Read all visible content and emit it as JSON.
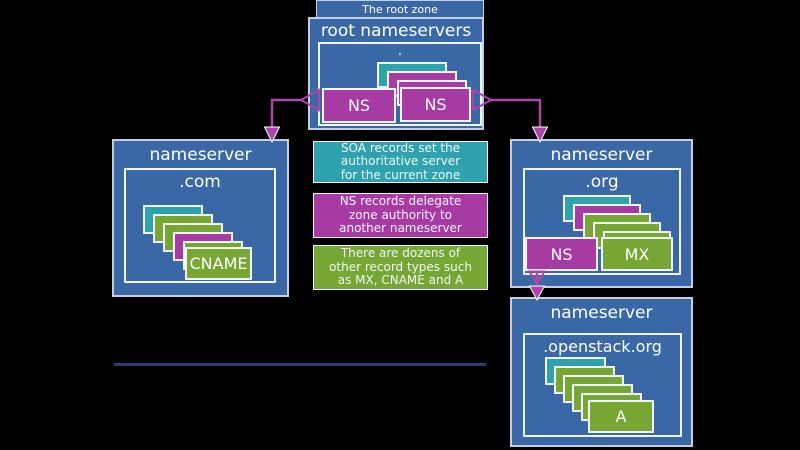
{
  "colors": {
    "background": "#000000",
    "blue": "#3a68a7",
    "box_border": "#c3d0e2",
    "inner_border": "#f2f5f9",
    "teal": "#2ea2ad",
    "magenta": "#a83aa3",
    "green": "#76a633",
    "arrow": "#b044ac",
    "divider": "#234166",
    "text": "#ffffff"
  },
  "root_zone": {
    "header_label": "The root zone",
    "title": "root nameservers",
    "zone_label": ".",
    "stack": [
      "teal",
      "magenta",
      "magenta"
    ],
    "records": {
      "ns1": "NS",
      "ns2": "NS"
    }
  },
  "legend": [
    {
      "color": "teal",
      "lines": [
        "SOA records set the",
        "authoritative server",
        "for the current zone"
      ]
    },
    {
      "color": "magenta",
      "lines": [
        "NS records delegate",
        "zone authority to",
        "another nameserver"
      ]
    },
    {
      "color": "green",
      "lines": [
        "There are dozens of",
        "other record types such",
        "as MX, CNAME and A"
      ]
    }
  ],
  "nameservers": {
    "com": {
      "title": "nameserver",
      "zone": ".com",
      "stack": [
        "teal",
        "green",
        "green",
        "magenta",
        "green"
      ],
      "records": {
        "cname": "CNAME"
      }
    },
    "org": {
      "title": "nameserver",
      "zone": ".org",
      "stack": [
        "teal",
        "magenta",
        "green",
        "green",
        "green"
      ],
      "records": {
        "ns": "NS",
        "mx": "MX"
      }
    },
    "openstack": {
      "title": "nameserver",
      "zone": ".openstack.org",
      "stack": [
        "teal",
        "green",
        "green",
        "green",
        "green"
      ],
      "records": {
        "a": "A"
      }
    }
  }
}
